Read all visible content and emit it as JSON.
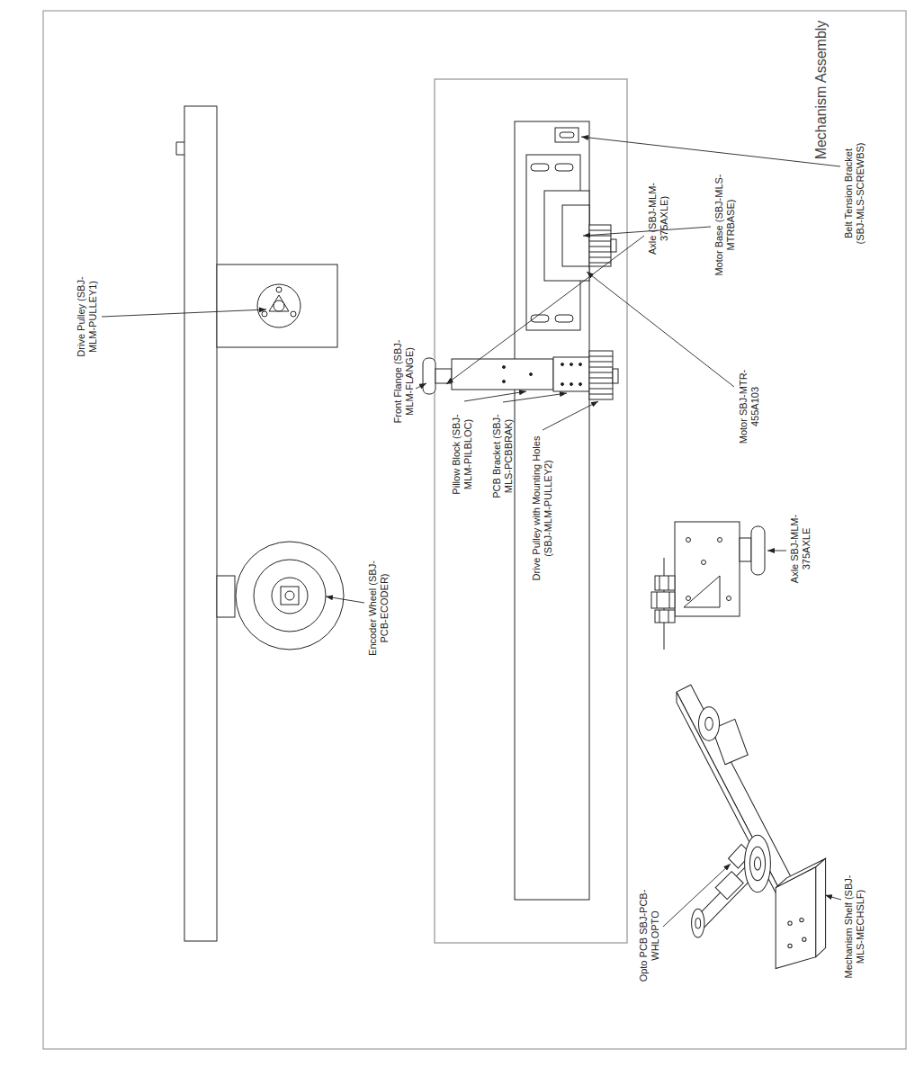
{
  "diagram": {
    "title": "Mechanism Assembly",
    "labels": [
      "Drive Pulley (SBJ-MLM-PULLEY1)",
      "Encoder Wheel (SBJ-PCB-ECODER)",
      "Axle SBJ-MLM-375AXLE",
      "Opto PCB SBJ-PCB-WHLOPTO",
      "Mechanism Shelf (SBJ-MLS-MECHSLF)",
      "Front Flange (SBJ-MLM-FLANGE)",
      "Pillow Block (SBJ-MLM-PILBLOC)",
      "PCB Bracket (SBJ-MLS-PCBBRAK)",
      "Drive Pulley with Mounting Holes (SBJ-MLM-PULLEY2)",
      "Axle (SBJ-MLM-375AXLE)",
      "Motor Base (SBJ-MLS-MTRBASE)",
      "Motor SBJ-MTR-455A103",
      "Belt Tension Bracket (SBJ-MLS-SCREWBS)"
    ]
  }
}
